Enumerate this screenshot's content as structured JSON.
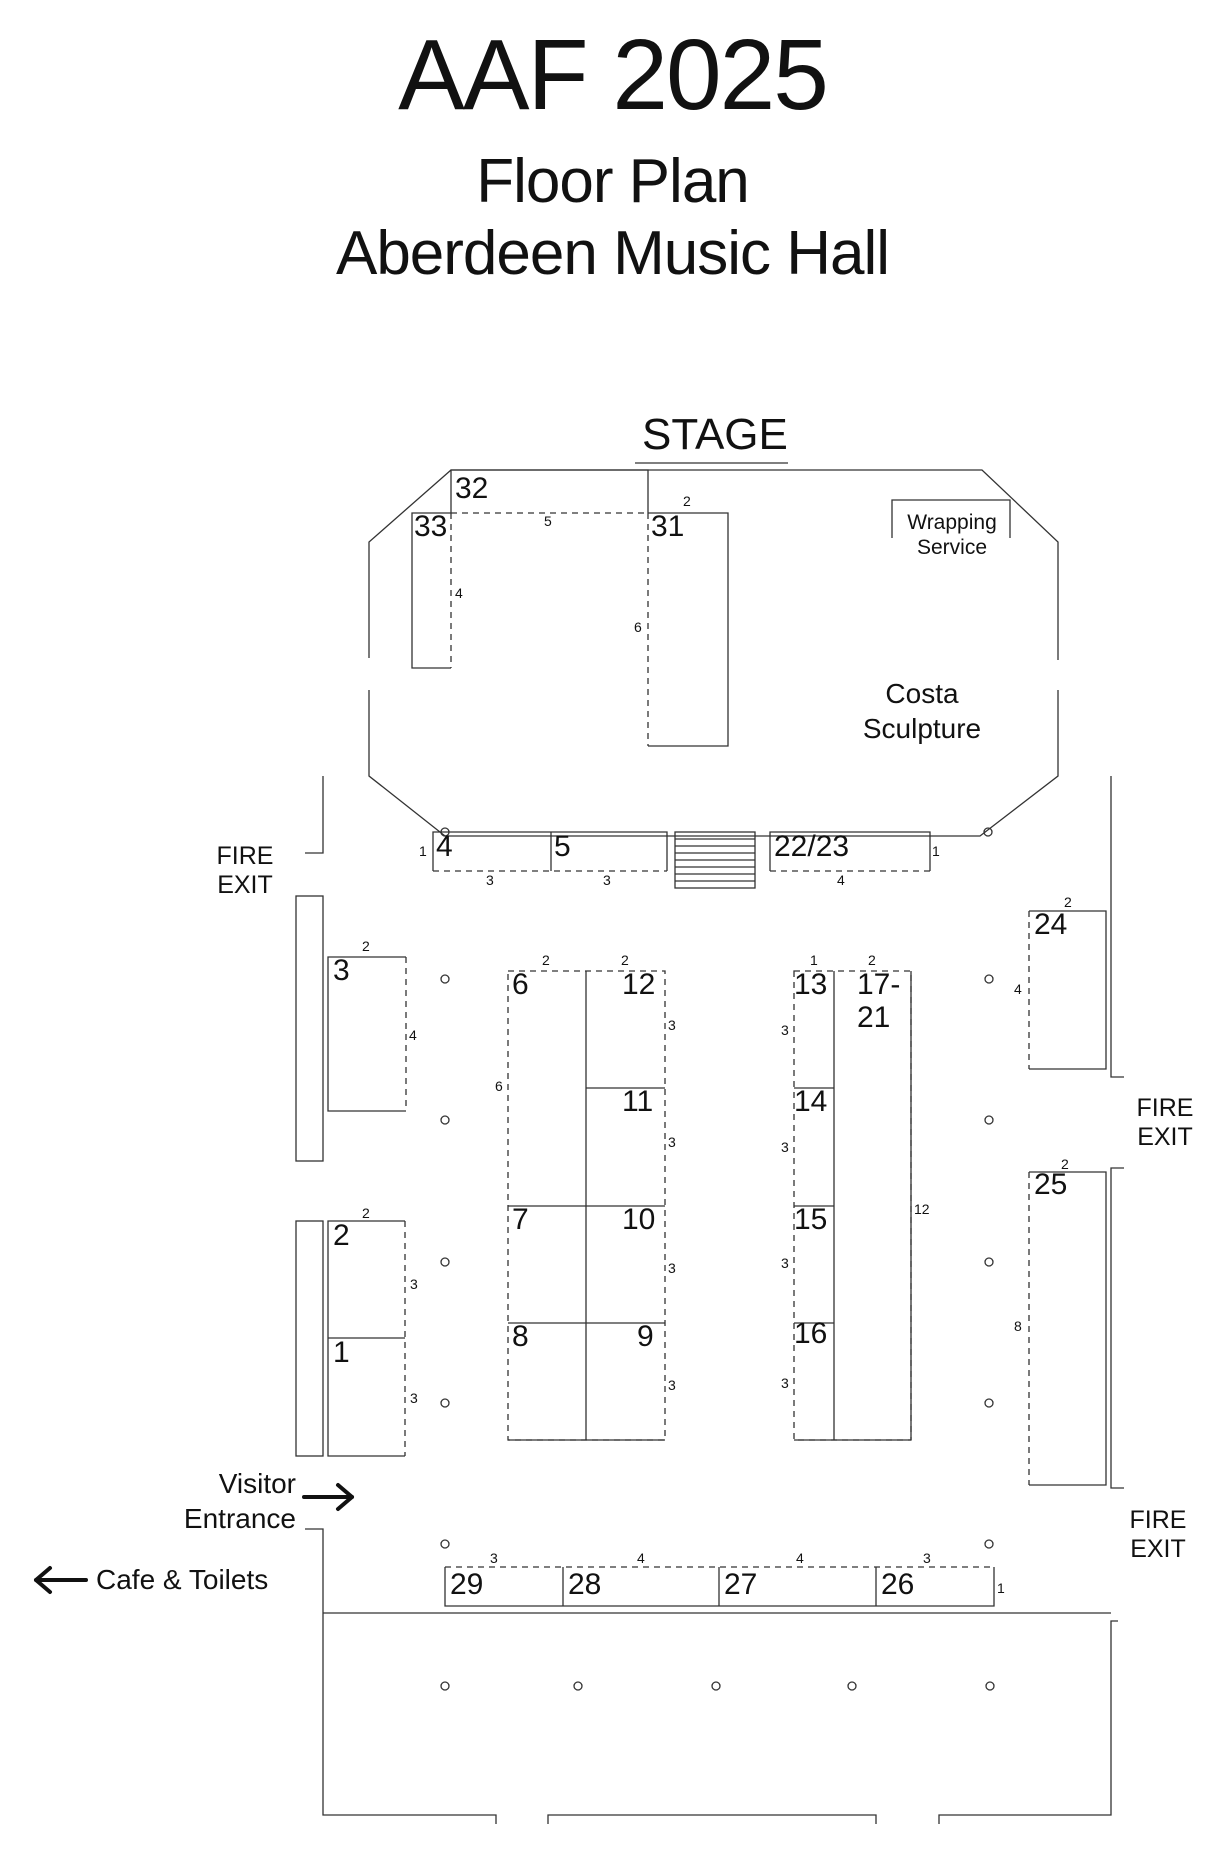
{
  "header": {
    "title": "AAF 2025",
    "subtitle_1": "Floor Plan",
    "subtitle_2": "Aberdeen Music Hall"
  },
  "stage_label": "STAGE",
  "labels": {
    "wrapping_line1": "Wrapping",
    "wrapping_line2": "Service",
    "costa_line1": "Costa",
    "costa_line2": "Sculpture",
    "fire_exit_line1": "FIRE",
    "fire_exit_line2": "EXIT",
    "visitor_line1": "Visitor",
    "visitor_line2": "Entrance",
    "cafe_toilets": "Cafe & Toilets"
  },
  "booths": {
    "b1": "1",
    "b2": "2",
    "b3": "3",
    "b4": "4",
    "b5": "5",
    "b6": "6",
    "b7": "7",
    "b8": "8",
    "b9": "9",
    "b10": "10",
    "b11": "11",
    "b12": "12",
    "b13": "13",
    "b14": "14",
    "b15": "15",
    "b16": "16",
    "b17_21_line1": "17-",
    "b17_21_line2": "21",
    "b22_23": "22/23",
    "b24": "24",
    "b25": "25",
    "b26": "26",
    "b27": "27",
    "b28": "28",
    "b29": "29",
    "b31": "31",
    "b32": "32",
    "b33": "33"
  },
  "dims": {
    "d32_5": "5",
    "d31_2": "2",
    "d33_4": "4",
    "d31_6": "6",
    "d4_1": "1",
    "d4_3": "3",
    "d5_3": "3",
    "d22_4": "4",
    "d22_1": "1",
    "d3_2": "2",
    "d3_4": "4",
    "d6_2": "2",
    "d12_2": "2",
    "d12_3": "3",
    "d6_6": "6",
    "d11_3": "3",
    "d10_3": "3",
    "d9_3": "3",
    "d13_1": "1",
    "d17_2": "2",
    "d13_3": "3",
    "d14_3": "3",
    "d15_3": "3",
    "d16_3": "3",
    "d17_12": "12",
    "d24_2": "2",
    "d24_4": "4",
    "d25_2": "2",
    "d25_8": "8",
    "d2_2": "2",
    "d2_3": "3",
    "d1_3": "3",
    "d29_3": "3",
    "d28_4": "4",
    "d27_4": "4",
    "d26_3": "3",
    "d26_1": "1"
  },
  "colors": {
    "line": "#333333",
    "text": "#111111",
    "background": "#ffffff"
  }
}
